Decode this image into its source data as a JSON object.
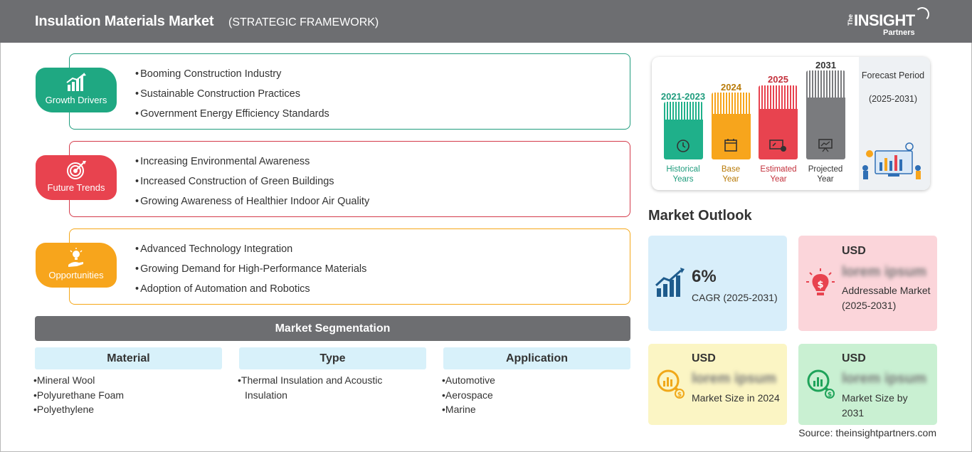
{
  "header": {
    "title": "Insulation Materials Market",
    "subtitle": "(STRATEGIC FRAMEWORK)",
    "logo": {
      "the": "The",
      "insight": "INSIGHT",
      "partners": "Partners"
    }
  },
  "framework": [
    {
      "label": "Growth Drivers",
      "icon": "growth-chart-icon",
      "color": "#1fa882",
      "items": [
        "Booming Construction Industry",
        "Sustainable Construction Practices",
        "Government Energy Efficiency Standards"
      ]
    },
    {
      "label": "Future Trends",
      "icon": "target-icon",
      "color": "#e8434f",
      "items": [
        "Increasing Environmental Awareness",
        "Increased Construction of Green Buildings",
        "Growing Awareness of Healthier Indoor Air Quality"
      ]
    },
    {
      "label": "Opportunities",
      "icon": "lightbulb-hand-icon",
      "color": "#f7a51c",
      "items": [
        "Advanced Technology Integration",
        "Growing Demand for High-Performance Materials",
        "Adoption of Automation and Robotics"
      ]
    }
  ],
  "segmentation": {
    "title": "Market Segmentation",
    "columns": [
      {
        "heading": "Material",
        "items": [
          "Mineral Wool",
          "Polyurethane Foam",
          "Polyethylene"
        ]
      },
      {
        "heading": "Type",
        "items": [
          "Thermal Insulation and Acoustic Insulation"
        ]
      },
      {
        "heading": "Application",
        "items": [
          "Automotive",
          "Aerospace",
          "Marine"
        ]
      }
    ]
  },
  "timeline": {
    "bars": [
      {
        "year": "2021-2023",
        "label_line1": "Historical",
        "label_line2": "Years",
        "color": "#1fb08a",
        "icon": "history-icon"
      },
      {
        "year": "2024",
        "label_line1": "Base",
        "label_line2": "Year",
        "color": "#f7a51c",
        "icon": "calendar-icon"
      },
      {
        "year": "2025",
        "label_line1": "Estimated",
        "label_line2": "Year",
        "color": "#e8434f",
        "icon": "estimate-icon"
      },
      {
        "year": "2031",
        "label_line1": "Projected",
        "label_line2": "Year",
        "color": "#6d6e71",
        "icon": "presentation-icon"
      }
    ],
    "forecast_title": "Forecast Period",
    "forecast_range": "(2025-2031)"
  },
  "outlook": {
    "title": "Market Outlook",
    "cagr": {
      "value": "6%",
      "label": "CAGR (2025-2031)"
    },
    "addressable": {
      "currency": "USD",
      "value": "lorem ipsum",
      "label": "Addressable Market (2025-2031)"
    },
    "size_2024": {
      "currency": "USD",
      "value": "lorem ipsum",
      "label": "Market Size in 2024"
    },
    "size_2031": {
      "currency": "USD",
      "value": "lorem ipsum",
      "label": "Market Size by 2031"
    }
  },
  "source": "Source: theinsightpartners.com"
}
